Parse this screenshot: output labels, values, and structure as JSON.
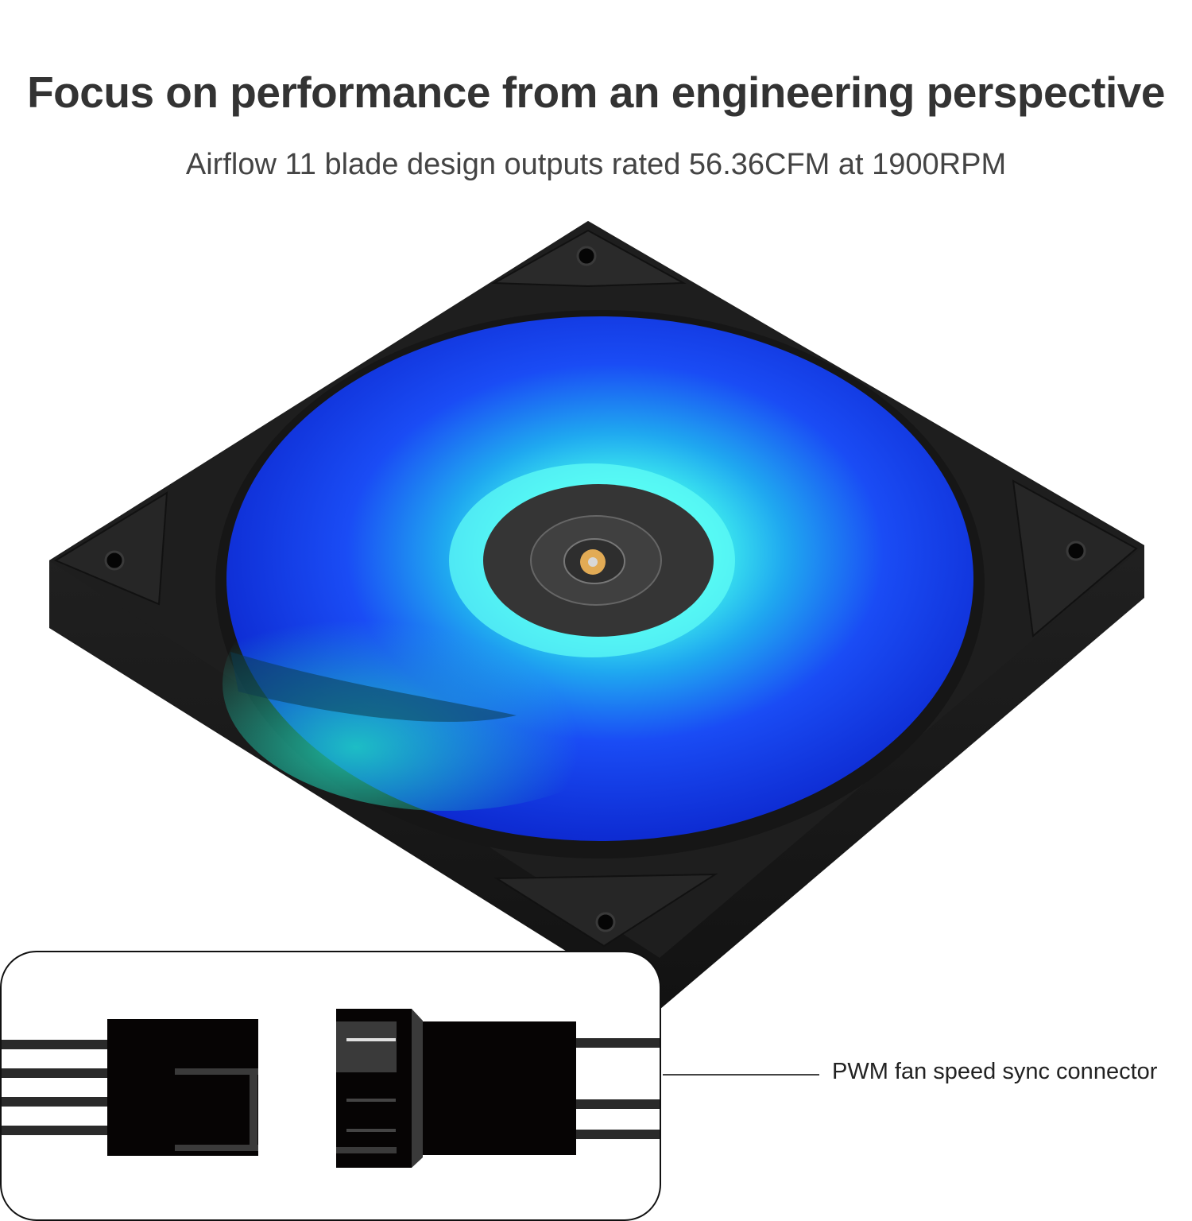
{
  "header": {
    "title": "Focus on performance from an engineering perspective",
    "subtitle": "Airflow 11 blade design outputs rated 56.36CFM at 1900RPM"
  },
  "product_image": {
    "subject": "fan-icon",
    "frame_color": "#1a1a1a",
    "glow_colors": [
      "#1030e0",
      "#2f6bff",
      "#40e8e8",
      "#20c0a0"
    ],
    "hub_color": "#3a3a3a"
  },
  "callout": {
    "subject": "connector-icon",
    "label": "PWM fan speed sync connector"
  }
}
